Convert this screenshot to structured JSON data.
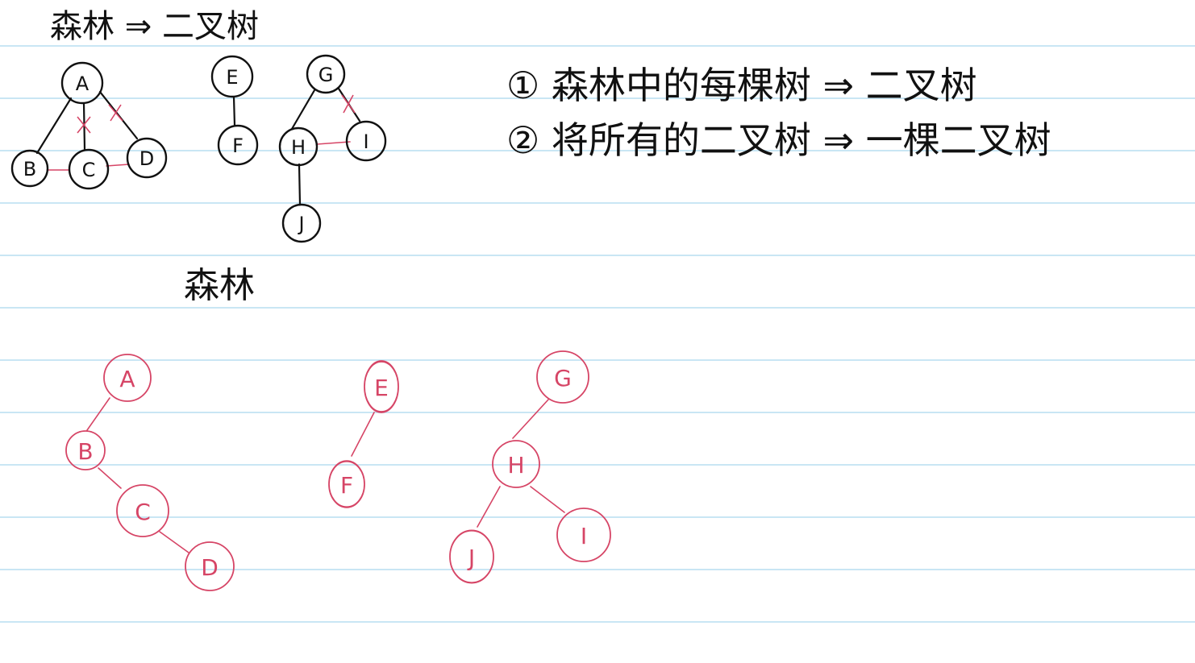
{
  "title": "森林 ⇒ 二叉树",
  "steps": [
    "① 森林中的每棵树 ⇒ 二叉树",
    "② 将所有的二叉树 ⇒ 一棵二叉树"
  ],
  "forest_label": "森林",
  "colors": {
    "original": "#111111",
    "converted": "#d64566",
    "ruled_line": "#c9e6f4"
  },
  "original_forest": {
    "nodes": [
      "A",
      "B",
      "C",
      "D",
      "E",
      "F",
      "G",
      "H",
      "I",
      "J"
    ],
    "edges": [
      [
        "A",
        "B"
      ],
      [
        "A",
        "C"
      ],
      [
        "A",
        "D"
      ],
      [
        "E",
        "F"
      ],
      [
        "G",
        "H"
      ],
      [
        "G",
        "I"
      ],
      [
        "H",
        "J"
      ]
    ],
    "added_sibling_links": [
      [
        "B",
        "C"
      ],
      [
        "C",
        "D"
      ],
      [
        "H",
        "I"
      ]
    ],
    "crossed_out_edges": [
      [
        "A",
        "C"
      ],
      [
        "A",
        "D"
      ],
      [
        "G",
        "I"
      ]
    ]
  },
  "binary_trees": {
    "nodes": [
      "A",
      "B",
      "C",
      "D",
      "E",
      "F",
      "G",
      "H",
      "J",
      "I"
    ],
    "edges": [
      [
        "A",
        "B"
      ],
      [
        "B",
        "C"
      ],
      [
        "C",
        "D"
      ],
      [
        "E",
        "F"
      ],
      [
        "G",
        "H"
      ],
      [
        "H",
        "J"
      ],
      [
        "H",
        "I"
      ]
    ]
  }
}
